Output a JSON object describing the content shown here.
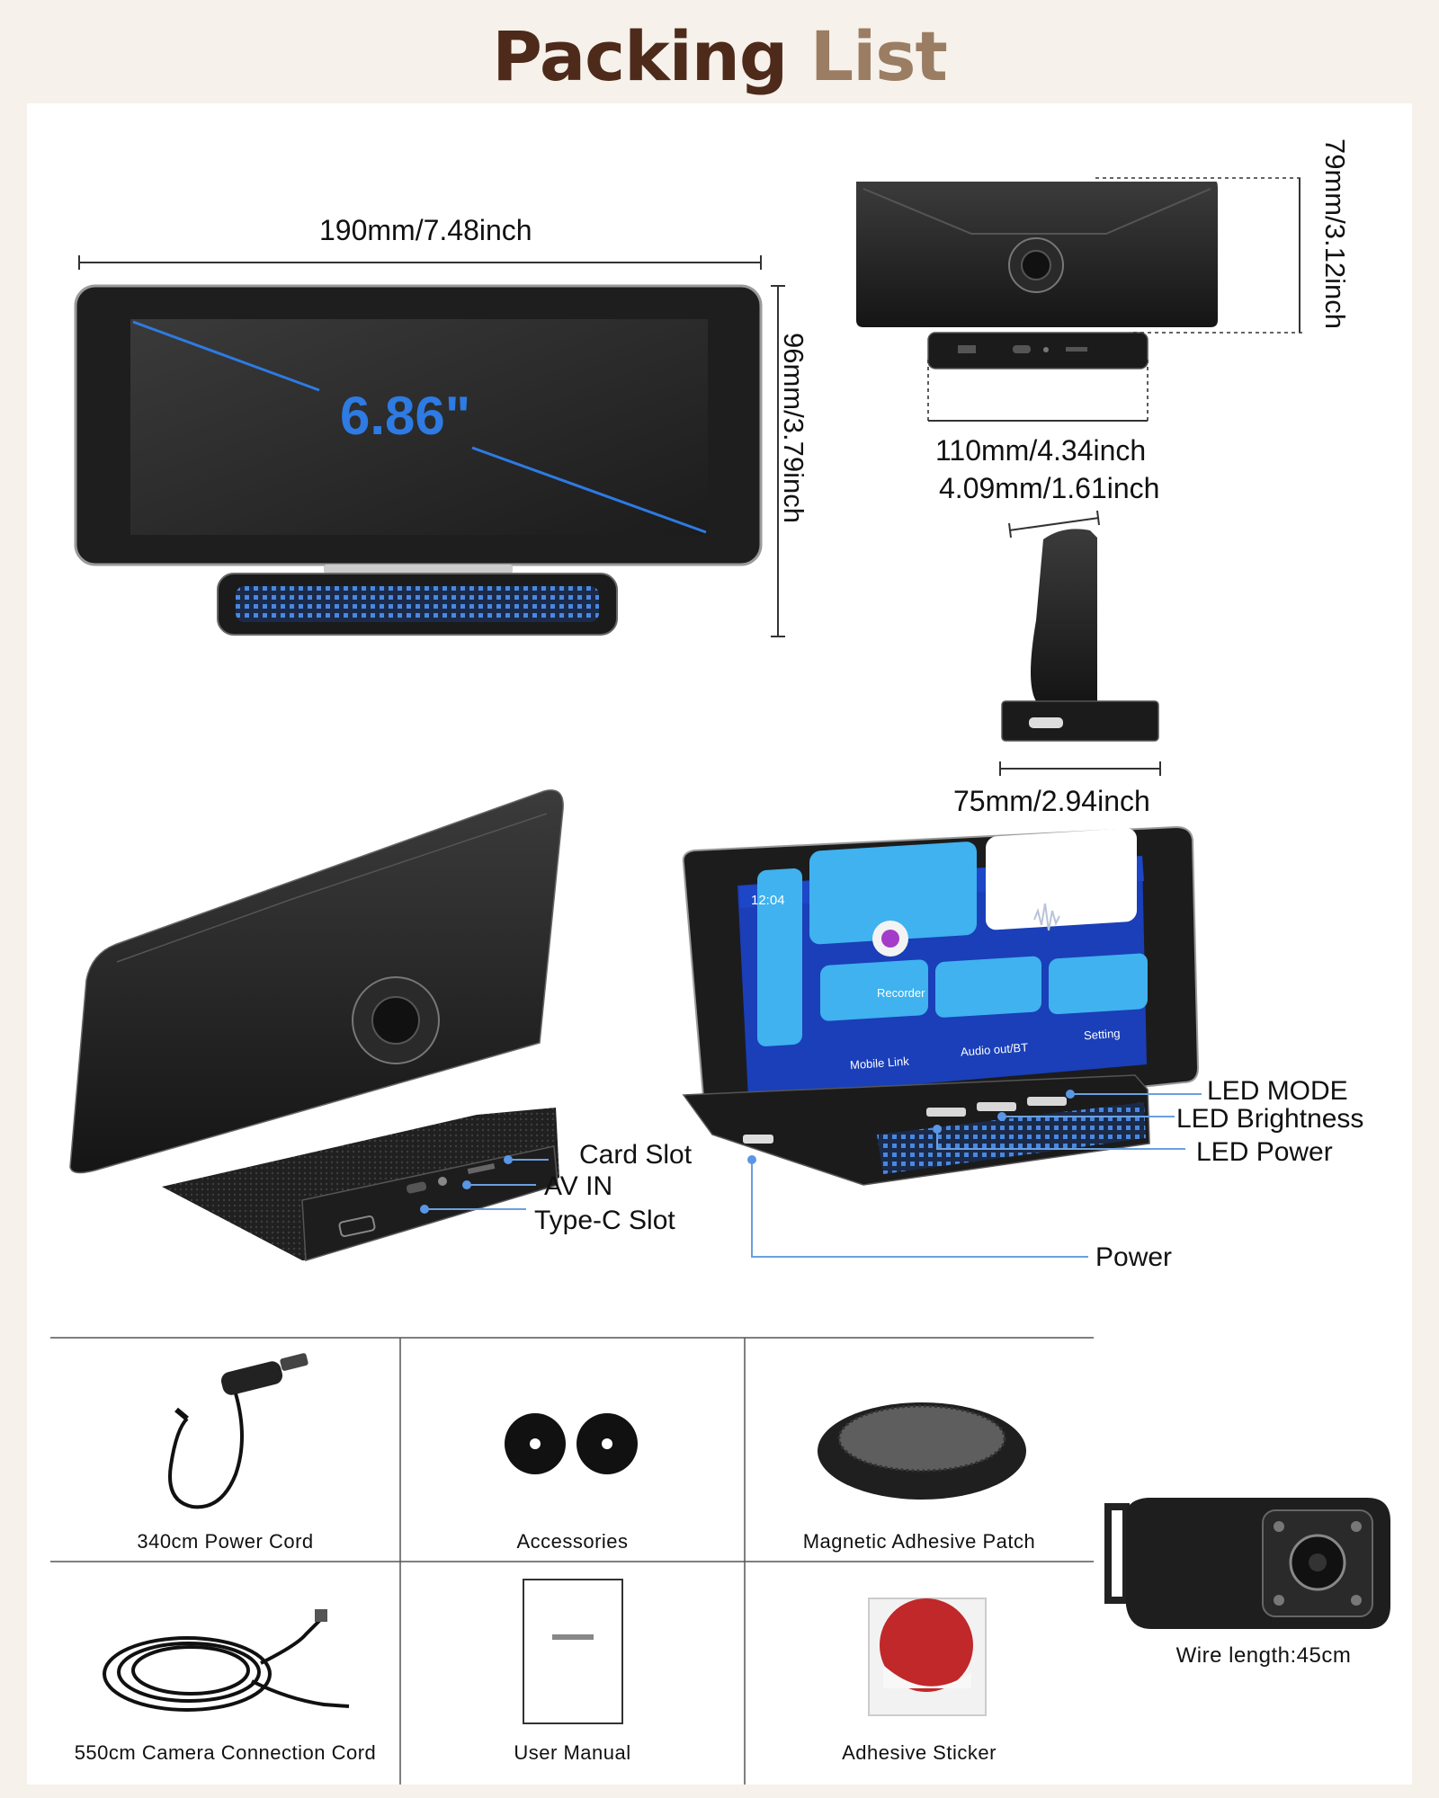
{
  "title": {
    "part1": "Packing",
    "part2": "List"
  },
  "dimensions": {
    "width": "190mm/7.48inch",
    "height": "96mm/3.79inch",
    "back_height": "79mm/3.12inch",
    "base_width": "110mm/4.34inch",
    "depth_top": "4.09mm/1.61inch",
    "depth_bottom": "75mm/2.94inch",
    "screen_size": "6.86\""
  },
  "screen_ui": {
    "time": "12:04",
    "tiles": [
      "Recorder",
      "Mobile Link",
      "Audio out/BT",
      "Setting"
    ]
  },
  "callouts_back": [
    "Card Slot",
    "AV IN",
    "Type-C Slot"
  ],
  "callouts_front": [
    "LED MODE",
    "LED Brightness",
    "LED Power",
    "Power"
  ],
  "items": [
    {
      "label": "340cm Power Cord",
      "icon": "power-cord-icon"
    },
    {
      "label": "Accessories",
      "icon": "velcro-rolls-icon"
    },
    {
      "label": "Magnetic Adhesive Patch",
      "icon": "magnetic-patch-icon"
    },
    {
      "label": "550cm Camera Connection Cord",
      "icon": "camera-cord-icon"
    },
    {
      "label": "User Manual",
      "icon": "user-manual-icon"
    },
    {
      "label": "Adhesive Sticker",
      "icon": "adhesive-sticker-icon"
    }
  ],
  "camera": {
    "label": "Wire length:45cm",
    "icon": "backup-camera-icon"
  },
  "colors": {
    "title_dark": "#4d2a1a",
    "title_light": "#9a7d62",
    "accent_blue": "#2d7be3",
    "led_blue": "#4a88e0"
  }
}
